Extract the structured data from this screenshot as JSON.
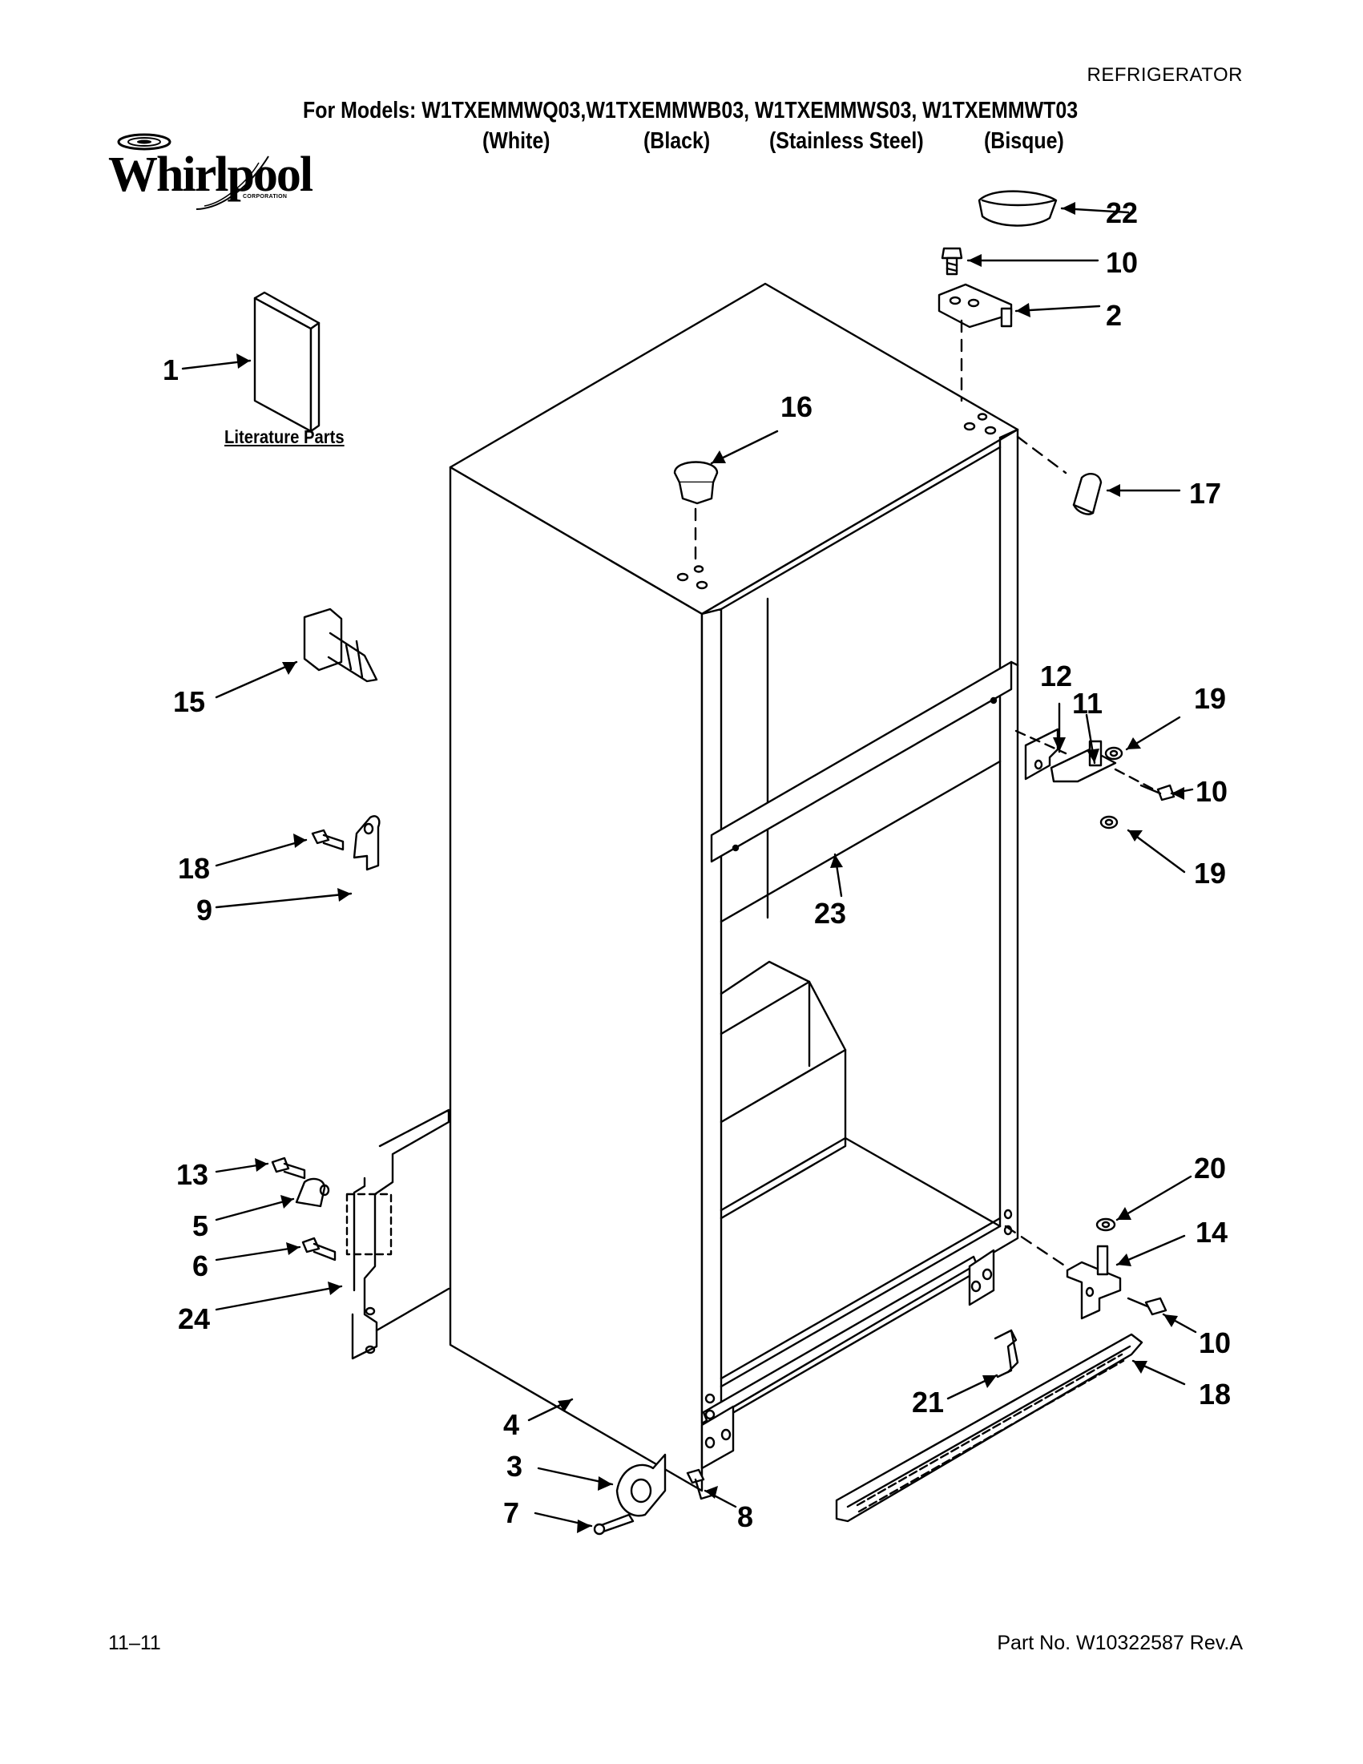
{
  "header": {
    "category": "REFRIGERATOR",
    "models_line": "For Models: W1TXEMMWQ03,W1TXEMMWB03, W1TXEMMWS03, W1TXEMMWT03",
    "colors": [
      "(White)",
      "(Black)",
      "(Stainless Steel)",
      "(Bisque)"
    ]
  },
  "logo": {
    "brand": "Whirlpool",
    "sub": "CORPORATION"
  },
  "literature_label": "Literature Parts",
  "callouts": {
    "c1": "1",
    "c2": "2",
    "c3": "3",
    "c4": "4",
    "c5": "5",
    "c6": "6",
    "c7": "7",
    "c8": "8",
    "c9": "9",
    "c10a": "10",
    "c10b": "10",
    "c10c": "10",
    "c11": "11",
    "c12": "12",
    "c13": "13",
    "c14": "14",
    "c15": "15",
    "c16": "16",
    "c17": "17",
    "c18a": "18",
    "c18b": "18",
    "c19a": "19",
    "c19b": "19",
    "c20": "20",
    "c21": "21",
    "c22": "22",
    "c23": "23",
    "c24": "24"
  },
  "footer": {
    "date_code": "11–11",
    "part_number": "Part No. W10322587 Rev.A"
  }
}
